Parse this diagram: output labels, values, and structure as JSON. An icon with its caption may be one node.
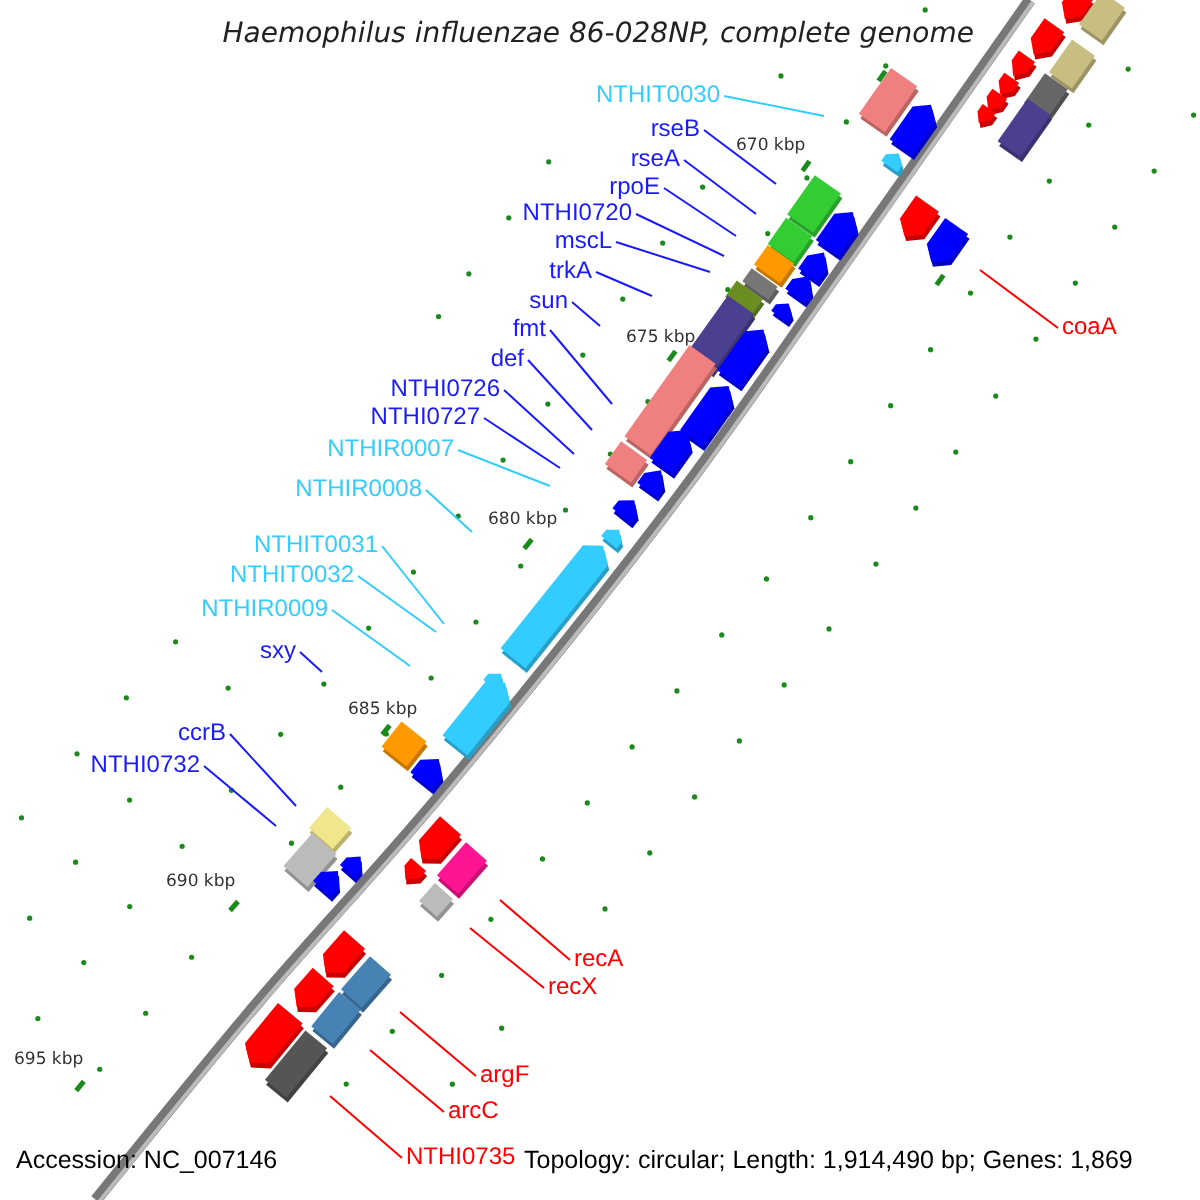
{
  "diagram": {
    "title": "Haemophilus influenzae 86-028NP, complete genome",
    "nodes": [
      {
        "text": [
          "NTHIT0030"
        ]
      },
      {
        "text": [
          "rseB"
        ]
      },
      {
        "text": [
          "rseA"
        ]
      },
      {
        "text": [
          "rpoE"
        ]
      },
      {
        "text": [
          "NTHI0720"
        ]
      },
      {
        "text": [
          "mscL"
        ]
      },
      {
        "text": [
          "trkA"
        ]
      },
      {
        "text": [
          "sun"
        ]
      },
      {
        "text": [
          "fmt"
        ]
      },
      {
        "text": [
          "def"
        ]
      },
      {
        "text": [
          "NTHI0726"
        ]
      },
      {
        "text": [
          "NTHI0727"
        ]
      },
      {
        "text": [
          "NTHIR0007"
        ]
      },
      {
        "text": [
          "NTHIR0008"
        ]
      },
      {
        "text": [
          "NTHIT0031"
        ]
      },
      {
        "text": [
          "NTHIT0032"
        ]
      },
      {
        "text": [
          "NTHIR0009"
        ]
      },
      {
        "text": [
          "sxy"
        ]
      },
      {
        "text": [
          "ccrB"
        ]
      },
      {
        "text": [
          "NTHI0732"
        ]
      },
      {
        "text": [
          "coaA"
        ]
      },
      {
        "text": [
          "recA"
        ]
      },
      {
        "text": [
          "recX"
        ]
      },
      {
        "text": [
          "argF"
        ]
      },
      {
        "text": [
          "arcC"
        ]
      },
      {
        "text": [
          "NTHI0735"
        ]
      }
    ],
    "edges": [
      {
        "from": 0,
        "to": null,
        "arrow": "none",
        "color": "#33ccff"
      },
      {
        "from": 1,
        "to": null,
        "arrow": "none"
      },
      {
        "from": 2,
        "to": null,
        "arrow": "none"
      },
      {
        "from": 3,
        "to": null,
        "arrow": "none"
      },
      {
        "from": 4,
        "to": null,
        "arrow": "none"
      },
      {
        "from": 5,
        "to": null,
        "arrow": "none"
      },
      {
        "from": 6,
        "to": null,
        "arrow": "none"
      },
      {
        "from": 7,
        "to": null,
        "arrow": "none"
      },
      {
        "from": 8,
        "to": null,
        "arrow": "none"
      },
      {
        "from": 9,
        "to": null,
        "arrow": "none"
      },
      {
        "from": 10,
        "to": null,
        "arrow": "none"
      },
      {
        "from": 11,
        "to": null,
        "arrow": "none"
      },
      {
        "from": 12,
        "to": null,
        "arrow": "none",
        "color": "#33ccff"
      },
      {
        "from": 13,
        "to": null,
        "arrow": "none",
        "color": "#33ccff"
      },
      {
        "from": 14,
        "to": null,
        "arrow": "none",
        "color": "#33ccff"
      },
      {
        "from": 15,
        "to": null,
        "arrow": "none",
        "color": "#33ccff"
      },
      {
        "from": 16,
        "to": null,
        "arrow": "none",
        "color": "#33ccff"
      },
      {
        "from": 17,
        "to": null,
        "arrow": "none"
      },
      {
        "from": 18,
        "to": null,
        "arrow": "none"
      },
      {
        "from": 19,
        "to": null,
        "arrow": "none"
      },
      {
        "from": 20,
        "to": null,
        "arrow": "none",
        "color": "#ff0000"
      },
      {
        "from": 21,
        "to": null,
        "arrow": "none",
        "color": "#ff0000"
      },
      {
        "from": 22,
        "to": null,
        "arrow": "none",
        "color": "#ff0000"
      },
      {
        "from": 23,
        "to": null,
        "arrow": "none",
        "color": "#ff0000"
      },
      {
        "from": 24,
        "to": null,
        "arrow": "none",
        "color": "#ff0000"
      },
      {
        "from": 25,
        "to": null,
        "arrow": "none",
        "color": "#ff0000"
      }
    ],
    "labels": [
      "670 kbp",
      "675 kbp",
      "680 kbp",
      "685 kbp",
      "690 kbp",
      "695 kbp",
      "Accession: NC_007146",
      "Topology: circular; Length: 1,914,490 bp; Genes: 1,869"
    ]
  }
}
